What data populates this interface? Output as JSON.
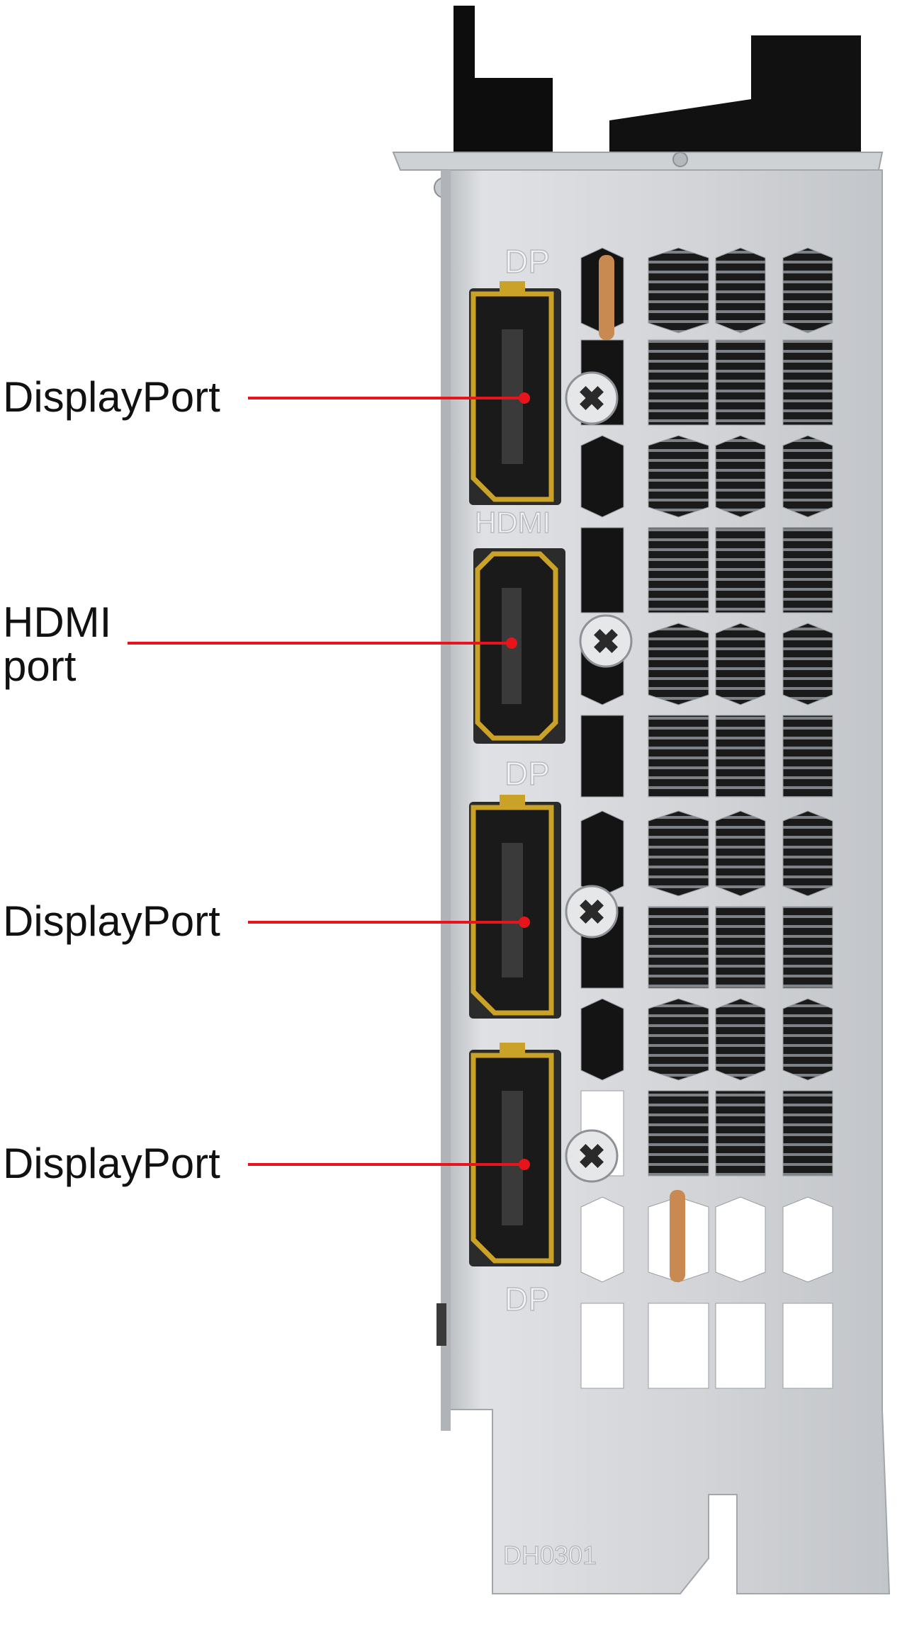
{
  "title": "",
  "callouts": [
    {
      "id": "port-1",
      "label": "DisplayPort",
      "port_type": "displayport"
    },
    {
      "id": "port-2",
      "label": "HDMI\nport",
      "port_type": "hdmi"
    },
    {
      "id": "port-3",
      "label": "DisplayPort",
      "port_type": "displayport"
    },
    {
      "id": "port-4",
      "label": "DisplayPort",
      "port_type": "displayport"
    }
  ],
  "bracket_markings": {
    "dp_top": "DP",
    "hdmi": "HDMI",
    "dp_mid": "DP",
    "dp_bottom": "DP",
    "tab_code": "DH0301"
  },
  "colors": {
    "leader_line": "#e8141b",
    "bracket_metal": "#d4d6d9",
    "bracket_shadow": "#a9acb0",
    "port_gold": "#c9a227",
    "port_inner": "#1a1a1a",
    "vent_dark": "#141414",
    "heatsink_fin": "#8c8f93",
    "heatpipe_copper": "#c98a52",
    "label_text": "#111111"
  },
  "icons": {
    "screw": "phillips-screw-icon",
    "displayport": "displayport-connector-icon",
    "hdmi": "hdmi-connector-icon"
  }
}
